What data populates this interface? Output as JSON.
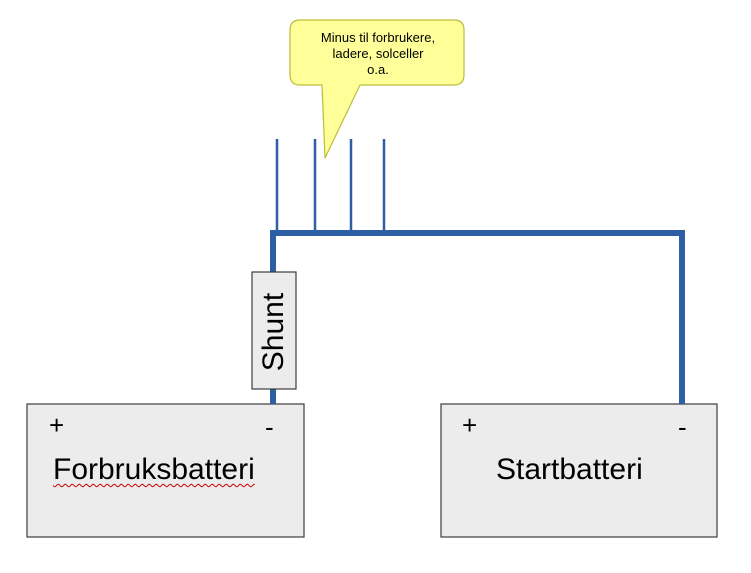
{
  "callout": {
    "lines": [
      "Minus til forbrukere,",
      "ladere, solceller",
      "o.a."
    ]
  },
  "shunt": {
    "label": "Shunt"
  },
  "batteries": {
    "left": {
      "name": "Forbruksbatteri",
      "plus": "+",
      "minus": "-"
    },
    "right": {
      "name": "Startbatteri",
      "plus": "+",
      "minus": "-"
    }
  },
  "colors": {
    "wire": "#2e5fa5",
    "callout_fill": "#ffff99",
    "callout_stroke": "#bcbc3a",
    "box_fill": "#ececec",
    "box_stroke": "#3c3c3c",
    "spellcheck": "#cc0000"
  }
}
